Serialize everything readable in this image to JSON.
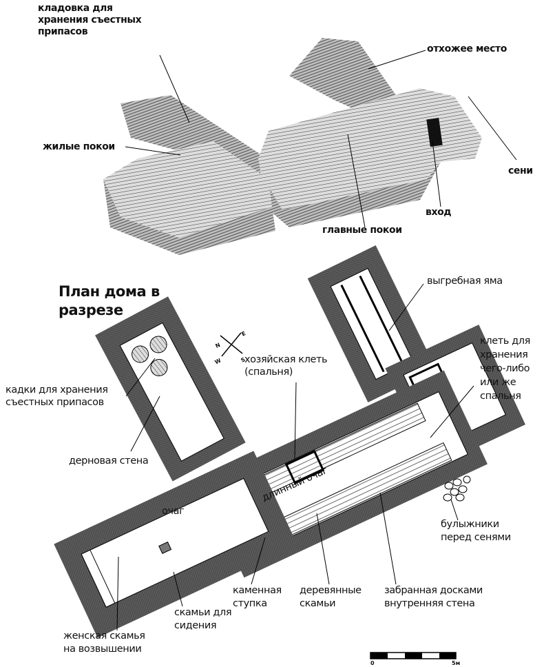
{
  "top_view": {
    "pantry": "кладовка для хранения съестных припасов",
    "latrine": "отхожее место",
    "living_quarters": "жилые покои",
    "vestibule": "сени",
    "entrance": "вход",
    "main_hall": "главные покои"
  },
  "plan": {
    "title": "План дома в разрезе",
    "cesspit": "выгребная яма",
    "store_room": "клеть для хранения чего-либо или же спальня",
    "master_bedroom": "хозяйская клеть (спальня)",
    "food_tubs": "кадки для хранения съестных припасов",
    "turf_wall": "дерновая стена",
    "long_hearth": "длинный очаг",
    "hearth": "очаг",
    "cobbles": "булыжники перед сенями",
    "stone_mortar": "каменная ступка",
    "wooden_benches": "деревянные скамьи",
    "plank_wall": "забранная досками внутренняя стена",
    "seating_benches": "скамьи для сидения",
    "womens_bench": "женская скамья на возвышении",
    "compass": {
      "n": "N",
      "e": "E",
      "s": "S",
      "w": "W"
    },
    "scale": {
      "start": "0",
      "end": "5м"
    }
  }
}
